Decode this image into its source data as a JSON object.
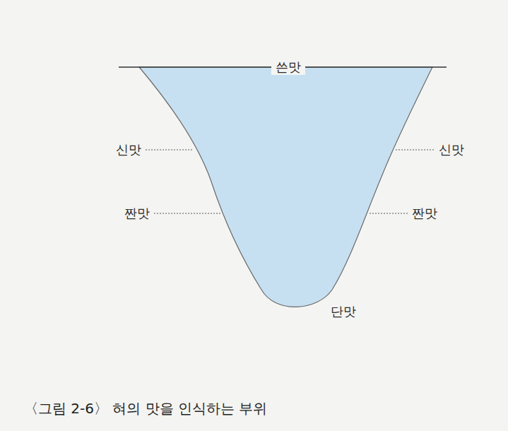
{
  "diagram": {
    "caption": "〈그림 2-6〉 혀의 맛을 인식하는 부위",
    "labels": [
      "쓴맛",
      "신맛",
      "신맛",
      "짠맛",
      "짠맛",
      "단맛"
    ]
  }
}
